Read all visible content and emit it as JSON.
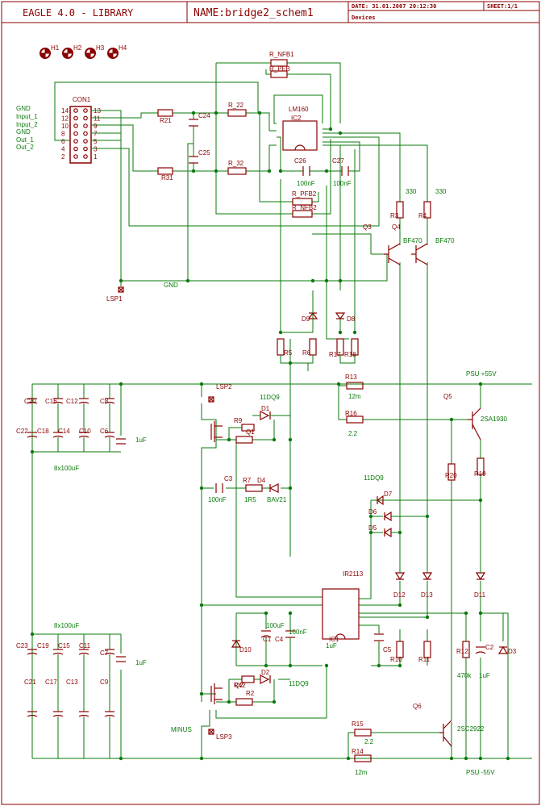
{
  "title_block": {
    "app": "EAGLE 4.0 - LIBRARY",
    "name": "NAME:bridge2_schem1",
    "date": "DATE: 31.01.2007 20:12:30",
    "sheet": "SHEET:1/1",
    "library": "Devices"
  },
  "connector": {
    "name": "CON1",
    "signals": [
      "GND",
      "Input_1",
      "Input_2",
      "GND",
      "Out_1",
      "Out_2"
    ],
    "pins_left": [
      "14",
      "12",
      "10",
      "8",
      "6",
      "4",
      "2"
    ],
    "pins_right": [
      "13",
      "11",
      "9",
      "7",
      "5",
      "3",
      "1"
    ]
  },
  "mounting": [
    "H1",
    "H2",
    "H3",
    "H4"
  ],
  "nets": {
    "gnd": "GND",
    "psu_pos": "PSU +55V",
    "psu_neg": "PSU -55V",
    "minus": "MINUS"
  },
  "labels": {
    "r_nfb1": "R_NFB1",
    "r_pfb1": "R_PFB",
    "r_pfb2": "R_PFB2",
    "r_nfb2": "R_NFB2",
    "r21": "R21",
    "r22": "R_22",
    "r31": "R31",
    "r32": "R_32",
    "c24": "C24",
    "c25": "C25",
    "lm160": "LM160",
    "ic2": "IC2",
    "c26": "C26",
    "c27": "C27",
    "c26_val": "100nF",
    "c27_val": "100nF",
    "r3": "R3",
    "r4": "R4",
    "r3_val": "330",
    "r4_val": "330",
    "q3": "Q3",
    "q4": "Q4",
    "bf470a": "BF470",
    "bf470b": "BF470",
    "lsp1": "LSP1",
    "lsp2": "LSP2",
    "lsp3": "LSP3",
    "d8": "D8",
    "d9": "D9",
    "r5": "R5",
    "r6": "R6",
    "r17": "R17",
    "r18": "R18",
    "r13": "R13",
    "r13_val": "12m",
    "r16": "R16",
    "r16_val": "2.2",
    "q5": "Q5",
    "q5_part": "2SA1930",
    "r20": "R20",
    "r19": "R19",
    "c20": "C20",
    "c16": "C16",
    "c12": "C12",
    "c8": "C8",
    "c22": "C22",
    "c18": "C18",
    "c14": "C14",
    "c10": "C10",
    "c6": "C6",
    "c_1uf_top": "1uF",
    "cap_bank_top": "8x100uF",
    "dq9_top": "11DQ9",
    "r9": "R9",
    "d1": "D1",
    "q1": "Q1",
    "c3": "C3",
    "c3_val": "100nF",
    "r7": "R7",
    "r7_val": "1R5",
    "d4": "D4",
    "d4_val": "BAV21",
    "dq9_mid": "11DQ9",
    "d7": "D7",
    "d6": "D6",
    "d5": "D5",
    "ir2113": "IR2113",
    "ic1": "IC1",
    "d12": "D12",
    "d13": "D13",
    "d11": "D11",
    "cap_bank_bot": "8x100uF",
    "c1_val": "100uF",
    "c4_val": "100nF",
    "c5_val": "1uF",
    "d10": "D10",
    "c1": "C1",
    "c4": "C4",
    "c5": "C5",
    "r10": "R10",
    "r11": "R11",
    "r12": "R12",
    "r12_val": "470k",
    "c2": "C2",
    "c2_val": "1uF",
    "d3": "D3",
    "c23": "C23",
    "c19": "C19",
    "c15": "C15",
    "c11": "C11",
    "c7": "C7",
    "c21": "C21",
    "c17": "C17",
    "c13": "C13",
    "c9": "C9",
    "c_1uf_bot": "1uF",
    "r_q2": "R42",
    "d2": "D2",
    "r2": "R2",
    "q2": "Q2",
    "dq9_bot": "11DQ9",
    "q6": "Q6",
    "q6_part": "2SC2922",
    "r15": "R15",
    "r15_val": "2.2",
    "r14": "R14",
    "r14_val": "12m"
  },
  "colors": {
    "wire": "#0a7a0a",
    "component": "#8b0000",
    "frame": "#8b0000"
  }
}
